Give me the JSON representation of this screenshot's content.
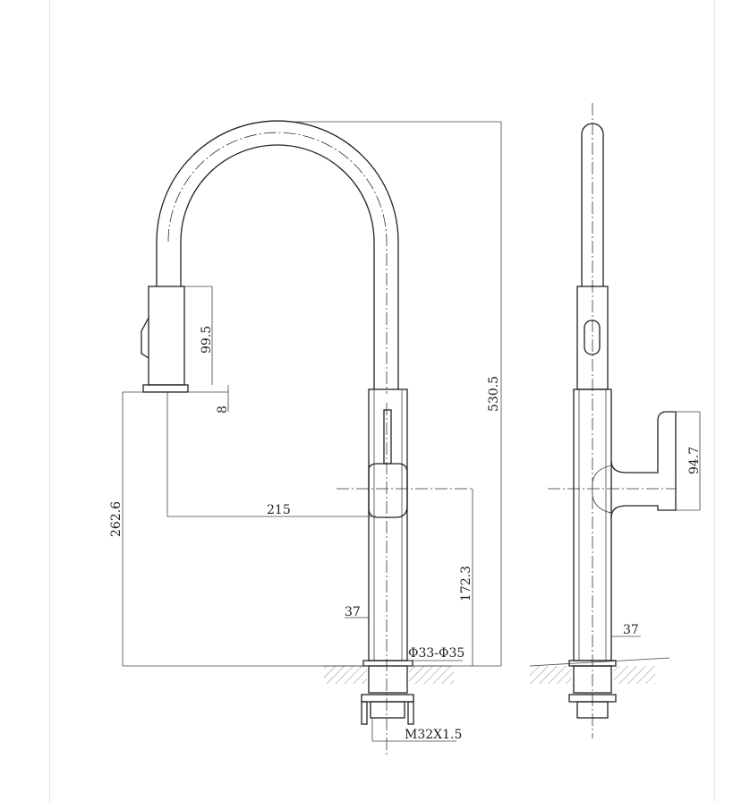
{
  "drawing": {
    "front_view": {
      "dimensions": {
        "total_height": "530.5",
        "spray_head_height": "99.5",
        "head_gap": "8",
        "reach": "215",
        "spout_outlet_height": "262.6",
        "handle_height": "172.3",
        "body_diameter": "37",
        "hole_diameter": "Φ33-Φ35",
        "thread": "M32X1.5"
      }
    },
    "side_view": {
      "dimensions": {
        "handle_length": "94.7",
        "body_diameter": "37"
      }
    }
  }
}
